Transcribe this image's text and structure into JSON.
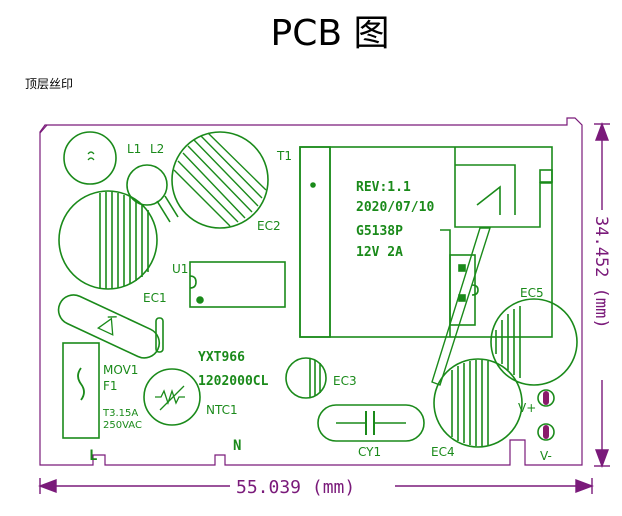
{
  "title": "PCB 图",
  "layer_label": "顶层丝印",
  "colors": {
    "silkscreen": "#1a8a1a",
    "outline": "#7a1a7a",
    "background": "#ffffff"
  },
  "components": {
    "l1": "L1",
    "l2": "L2",
    "t1": "T1",
    "ec2": "EC2",
    "u1": "U1",
    "ec1": "EC1",
    "ec5": "EC5",
    "mov1": "MOV1",
    "f1": "F1",
    "fuse_rating_1": "T3.15A",
    "fuse_rating_2": "250VAC",
    "ntc1": "NTC1",
    "ec3": "EC3",
    "cy1": "CY1",
    "ec4": "EC4",
    "vplus": "V+",
    "vminus": "V-",
    "line": "L",
    "neutral": "N"
  },
  "board_text": {
    "rev": "REV:1.1",
    "date": "2020/07/10",
    "part": "G5138P",
    "rating": "12V 2A",
    "model": "YXT966",
    "code": "1202000CL"
  },
  "dimensions": {
    "width": "55.039 (mm)",
    "height": "34.452 (mm)"
  }
}
